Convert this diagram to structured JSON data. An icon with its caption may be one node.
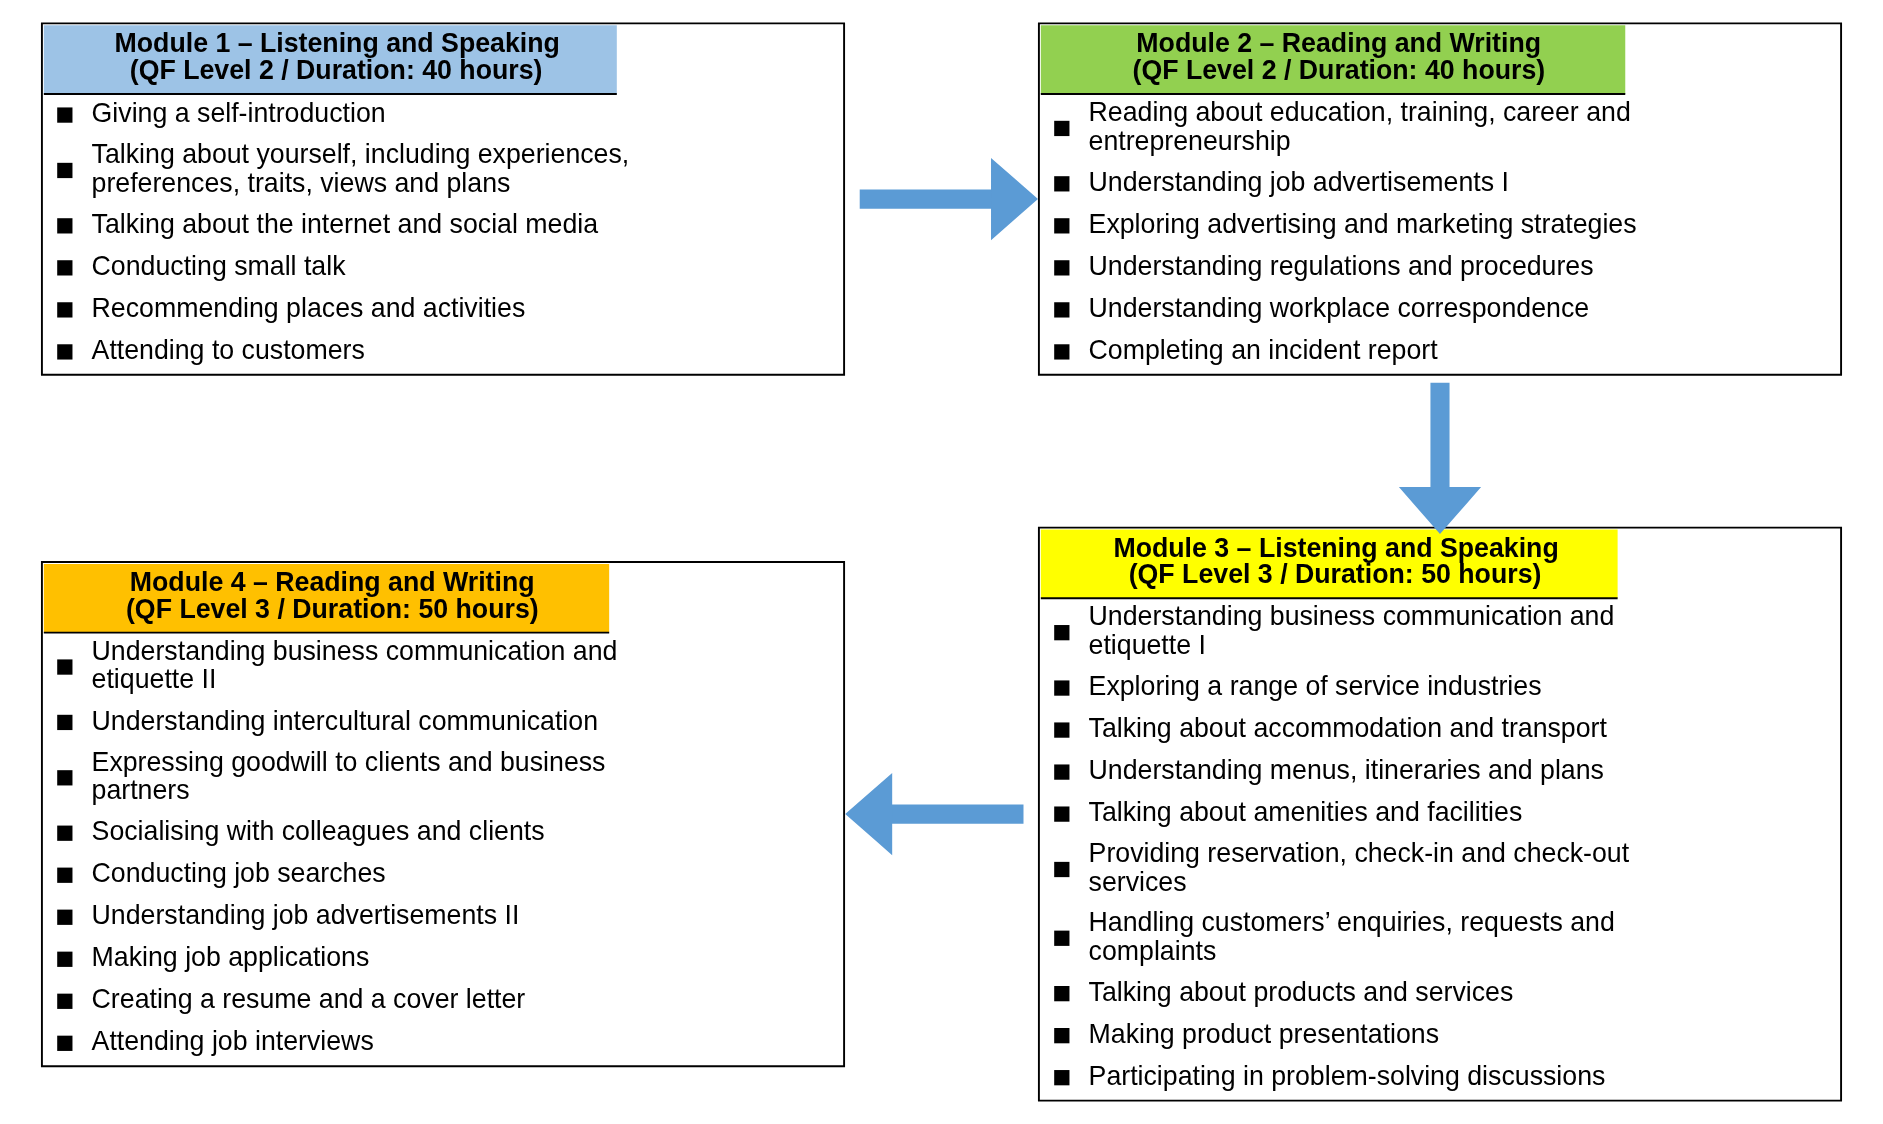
{
  "diagram": {
    "nodes": [
      {
        "text": [
          "Module 1 – Listening and Speaking (QF Level 2 / Duration: 40 hours)",
          "Giving a self-introduction",
          "Talking about yourself, including experiences, preferences, traits, views and plans",
          "Talking about the internet and social media",
          "Conducting small talk",
          "Recommending places and activities",
          "Attending to customers"
        ]
      },
      {
        "text": [
          "Module 2 – Reading and Writing (QF Level 2 / Duration: 40 hours)",
          "Reading about education, training, career and entrepreneurship",
          "Understanding job advertisements I",
          "Exploring advertising and marketing strategies",
          "Understanding regulations and procedures",
          "Understanding workplace correspondence",
          "Completing an incident report"
        ]
      },
      {
        "text": [
          "Module 3 – Listening and Speaking (QF Level 3 / Duration: 50 hours)",
          "Understanding business communication and etiquette I",
          "Exploring a range of service industries",
          "Talking about accommodation and transport",
          "Understanding menus, itineraries and plans",
          "Talking about amenities and facilities",
          "Providing reservation, check-in and check-out services",
          "Handling customers’ enquiries, requests and complaints",
          "Talking about products and services",
          "Making product presentations",
          "Participating in problem-solving discussions"
        ]
      },
      {
        "text": [
          "Module 4 – Reading and Writing (QF Level 3 / Duration: 50 hours)",
          "Understanding business communication and etiquette II",
          "Understanding intercultural communication",
          "Expressing goodwill to clients and business partners",
          "Socialising with colleagues and clients",
          "Conducting job searches",
          "Understanding job advertisements II",
          "Making job applications",
          "Creating a resume and a cover letter",
          "Attending job interviews"
        ]
      }
    ],
    "edges": [
      {
        "from": 0,
        "to": 1,
        "arrow": "to"
      },
      {
        "from": 1,
        "to": 2,
        "arrow": "to"
      },
      {
        "from": 2,
        "to": 3,
        "arrow": "to"
      }
    ]
  }
}
